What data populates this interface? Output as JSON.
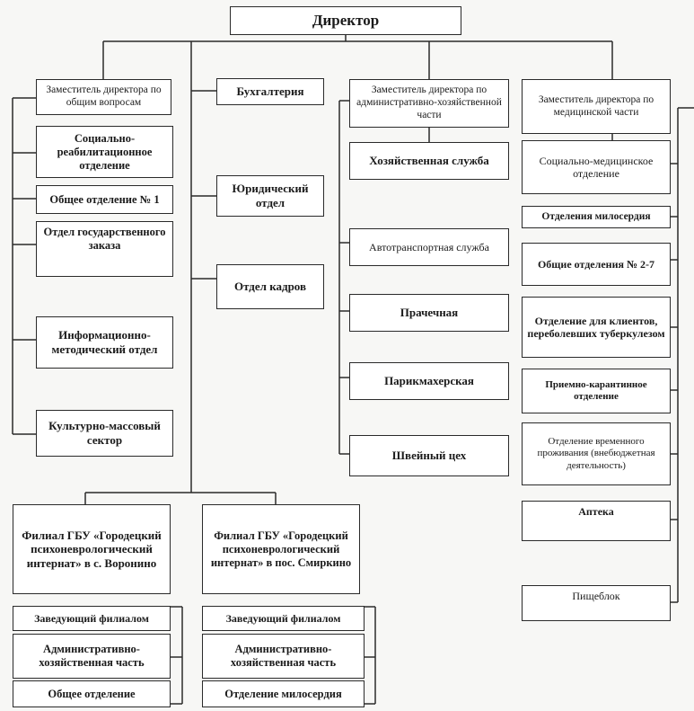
{
  "director": "Директор",
  "deputy_general": {
    "title": "Заместитель директора по общим вопросам",
    "units": [
      "Социально-реабилитационное отделение",
      "Общее отделение № 1",
      "Отдел государственного заказа",
      "Информационно-методический отдел",
      "Культурно-массовый сектор"
    ]
  },
  "direct_units": [
    "Бухгалтерия",
    "Юридический отдел",
    "Отдел кадров"
  ],
  "deputy_admin": {
    "title": "Заместитель директора по административно-хозяйственной части",
    "units": [
      "Хозяйственная служба",
      "Автотранспортная служба",
      "Прачечная",
      "Парикмахерская",
      "Швейный цех"
    ]
  },
  "deputy_medical": {
    "title": "Заместитель директора по медицинской части",
    "units": [
      "Социально-медицинское отделение",
      "Отделения милосердия",
      "Общие отделения № 2-7",
      "Отделение для клиентов, переболевших туберкулезом",
      "Приемно-карантинное отделение",
      "Отделение временного проживания (внебюджетная деятельность)",
      "Аптека",
      "Пищеблок"
    ]
  },
  "branch_voronino": {
    "title": "Филиал ГБУ «Городецкий психоневрологический интернат» в с. Воронино",
    "units": [
      "Заведующий филиалом",
      "Административно-хозяйственная часть",
      "Общее отделение"
    ]
  },
  "branch_smirkino": {
    "title": "Филиал ГБУ «Городецкий психоневрологический интернат» в пос. Смиркино",
    "units": [
      "Заведующий филиалом",
      "Административно-хозяйственная часть",
      "Отделение милосердия"
    ]
  }
}
